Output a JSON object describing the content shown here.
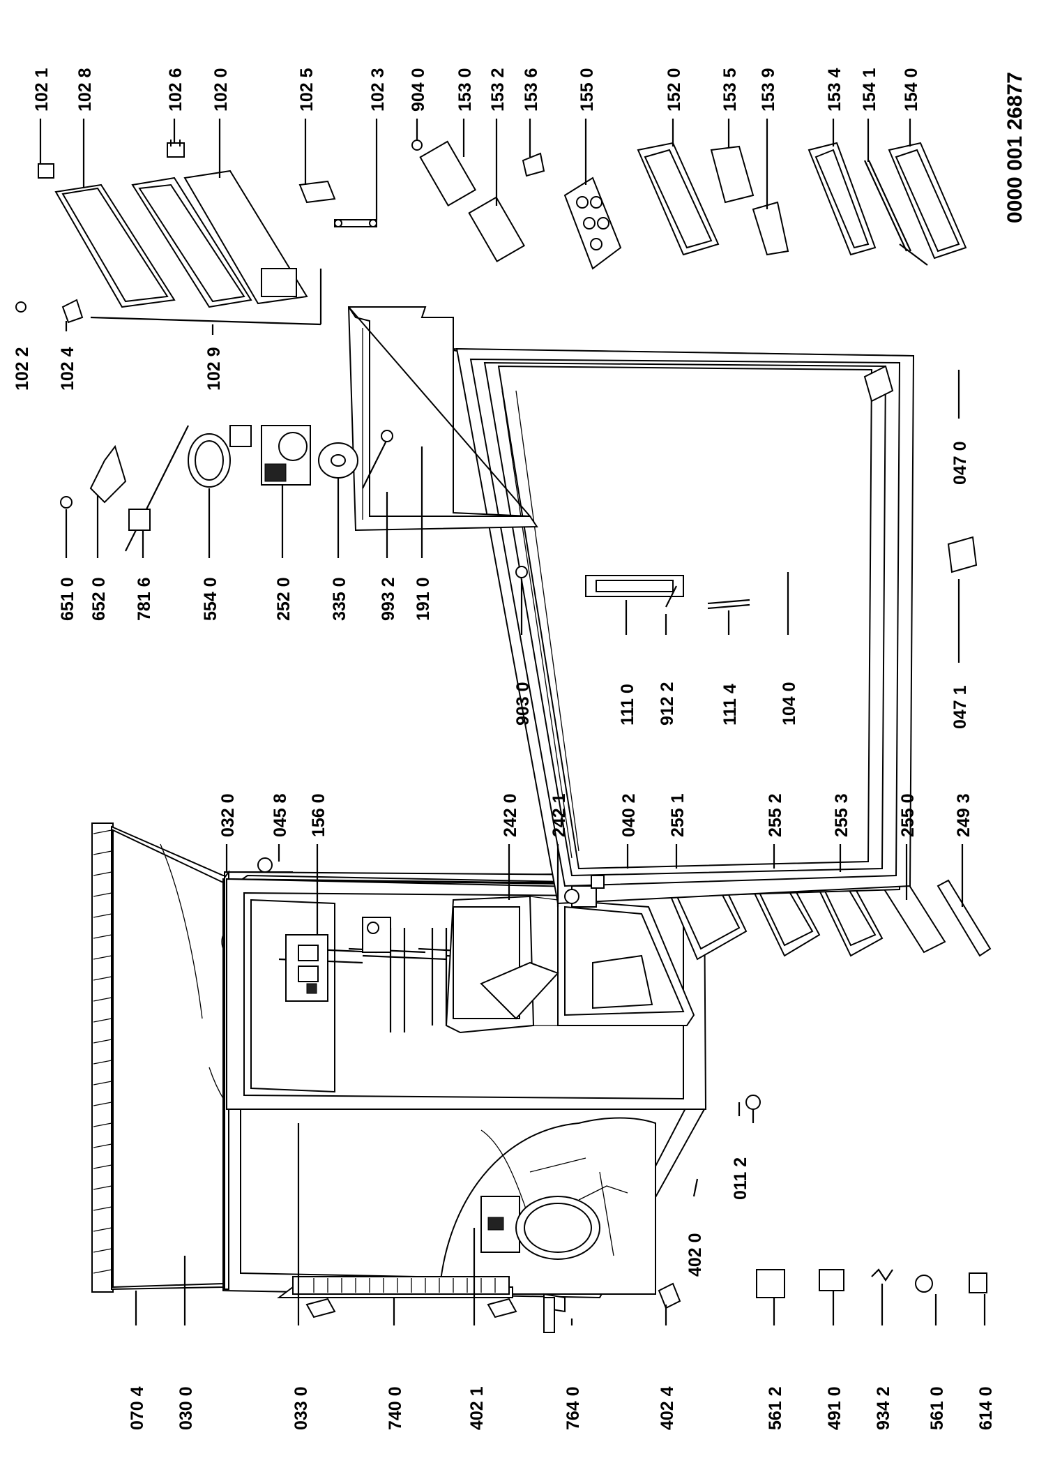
{
  "document_code": "0000 001 26877",
  "labels": {
    "l0704": "070 4",
    "l0300": "030 0",
    "l0330": "033 0",
    "l7400": "740 0",
    "l4021": "402 1",
    "l7640": "764 0",
    "l4024": "402 4",
    "l5612": "561 2",
    "l4910": "491 0",
    "l9342": "934 2",
    "l5610": "561 0",
    "l6140": "614 0",
    "l0320": "032 0",
    "l0458": "045 8",
    "l1560": "156 0",
    "l2420": "242 0",
    "l2421": "242 1",
    "l0402": "040 2",
    "l2551": "255 1",
    "l2552": "255 2",
    "l2553": "255 3",
    "l2550": "255 0",
    "l2493": "249 3",
    "l4020": "402 0",
    "l0112": "011 2",
    "l0471": "047 1",
    "l0470": "047 0",
    "l9030": "903 0",
    "l1110": "111 0",
    "l9122": "912 2",
    "l1114": "111 4",
    "l1040": "104 0",
    "l6510": "651 0",
    "l6520": "652 0",
    "l7816": "781 6",
    "l5540": "554 0",
    "l2520": "252 0",
    "l3350": "335 0",
    "l9932": "993 2",
    "l1910": "191 0",
    "l1022": "102 2",
    "l1024": "102 4",
    "l1029": "102 9",
    "l1021": "102 1",
    "l1028": "102 8",
    "l1026": "102 6",
    "l1020": "102 0",
    "l1025": "102 5",
    "l1023": "102 3",
    "l9040": "904 0",
    "l1530": "153 0",
    "l1532": "153 2",
    "l1536": "153 6",
    "l1550": "155 0",
    "l1520": "152 0",
    "l1535": "153 5",
    "l1539": "153 9",
    "l1534": "153 4",
    "l1541": "154 1",
    "l1540": "154 0"
  }
}
